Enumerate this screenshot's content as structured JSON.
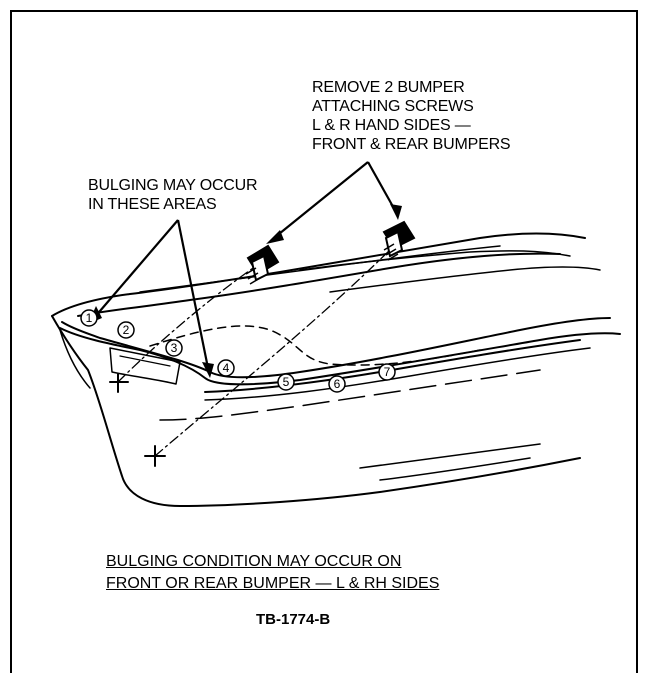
{
  "callouts": {
    "remove_screws": [
      "REMOVE 2 BUMPER",
      "ATTACHING SCREWS",
      "L & R HAND SIDES —",
      "FRONT & REAR BUMPERS"
    ],
    "bulging_areas": [
      "BULGING MAY OCCUR",
      "IN THESE AREAS"
    ]
  },
  "area_markers": [
    "1",
    "2",
    "3",
    "4",
    "5",
    "6",
    "7"
  ],
  "caption": {
    "line1": "BULGING CONDITION MAY OCCUR ON",
    "line2": "FRONT OR REAR BUMPER — L & RH SIDES"
  },
  "figure_id": "TB-1774-B"
}
